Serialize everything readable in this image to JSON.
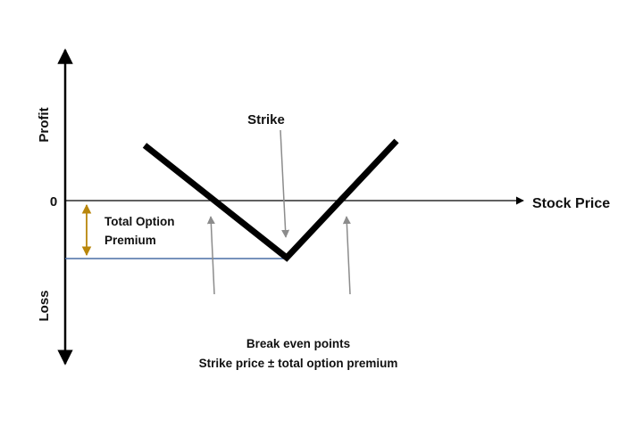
{
  "diagram": {
    "y_axis_top_label": "Profit",
    "y_axis_bottom_label": "Loss",
    "zero_label": "0",
    "x_axis_label": "Stock Price",
    "strike_label": "Strike",
    "premium_label_line1": "Total Option",
    "premium_label_line2": "Premium",
    "breakeven_line1": "Break even points",
    "breakeven_line2": "Strike price ± total option premium"
  },
  "colors": {
    "axis": "#000000",
    "payoff_line": "#000000",
    "premium_bracket": "#b8860b",
    "premium_floor_line": "#4a6fa5",
    "pointer_arrows": "#8c8c8c",
    "text": "#111111"
  }
}
